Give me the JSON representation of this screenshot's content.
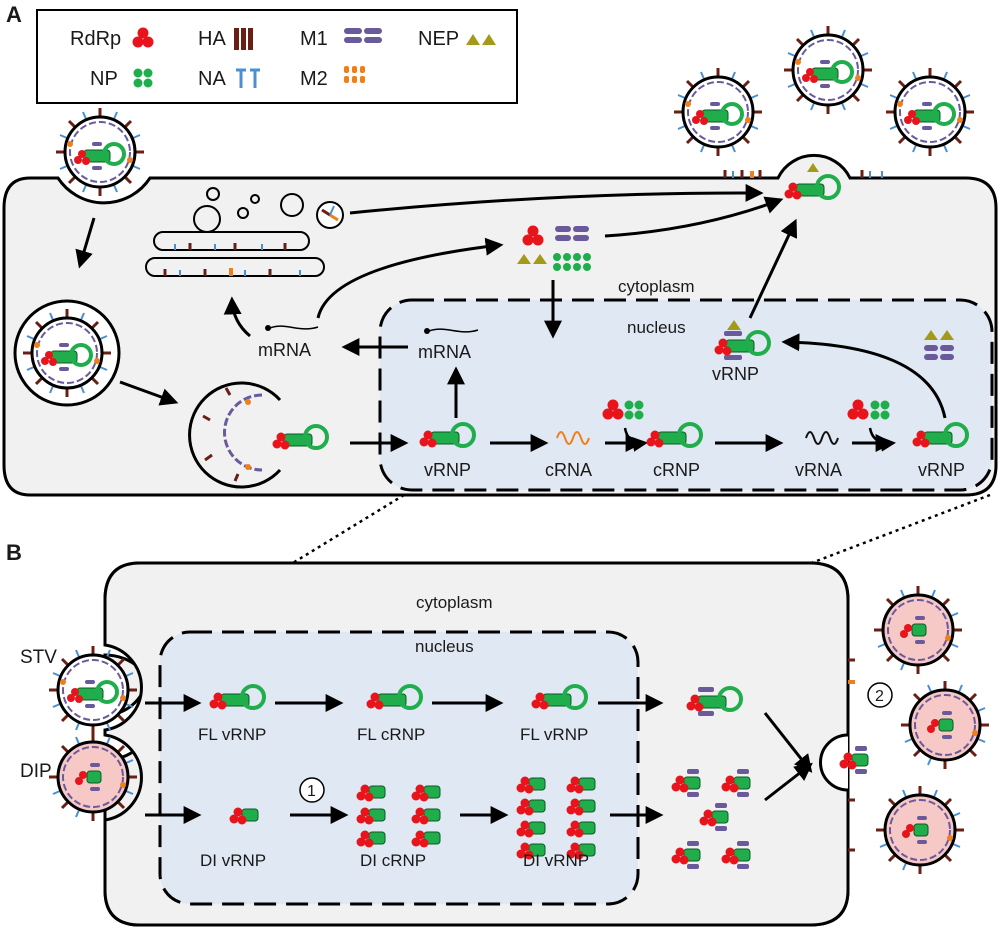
{
  "panels": {
    "a": "A",
    "b": "B"
  },
  "legend": {
    "rdrp": "RdRp",
    "np": "NP",
    "ha": "HA",
    "na": "NA",
    "m1": "M1",
    "m2": "M2",
    "nep": "NEP"
  },
  "panel_a": {
    "cytoplasm": "cytoplasm",
    "nucleus": "nucleus",
    "mrna_cyto": "mRNA",
    "mrna_nuc": "mRNA",
    "vrnp_1": "vRNP",
    "crna": "cRNA",
    "crnp": "cRNP",
    "vrna": "vRNA",
    "vrnp_2": "vRNP",
    "vrnp_export": "vRNP"
  },
  "panel_b": {
    "cytoplasm": "cytoplasm",
    "nucleus": "nucleus",
    "stv": "STV",
    "dip": "DIP",
    "fl_vrnp_1": "FL vRNP",
    "fl_crnp": "FL cRNP",
    "fl_vrnp_2": "FL vRNP",
    "di_vrnp_1": "DI vRNP",
    "di_crnp": "DI cRNP",
    "di_vrnp_2": "DI vRNP",
    "step_1": "1",
    "step_2": "2"
  },
  "colors": {
    "rdrp": "#e8141c",
    "np": "#1fae4b",
    "ha": "#6b1f14",
    "na": "#4a8fd0",
    "m1": "#6a5a9c",
    "m2": "#f07f1a",
    "nep": "#a39a1a",
    "cell": "#f1f1f1",
    "nucleus": "#dfe8f3",
    "dip_core": "#f6c8c6"
  }
}
